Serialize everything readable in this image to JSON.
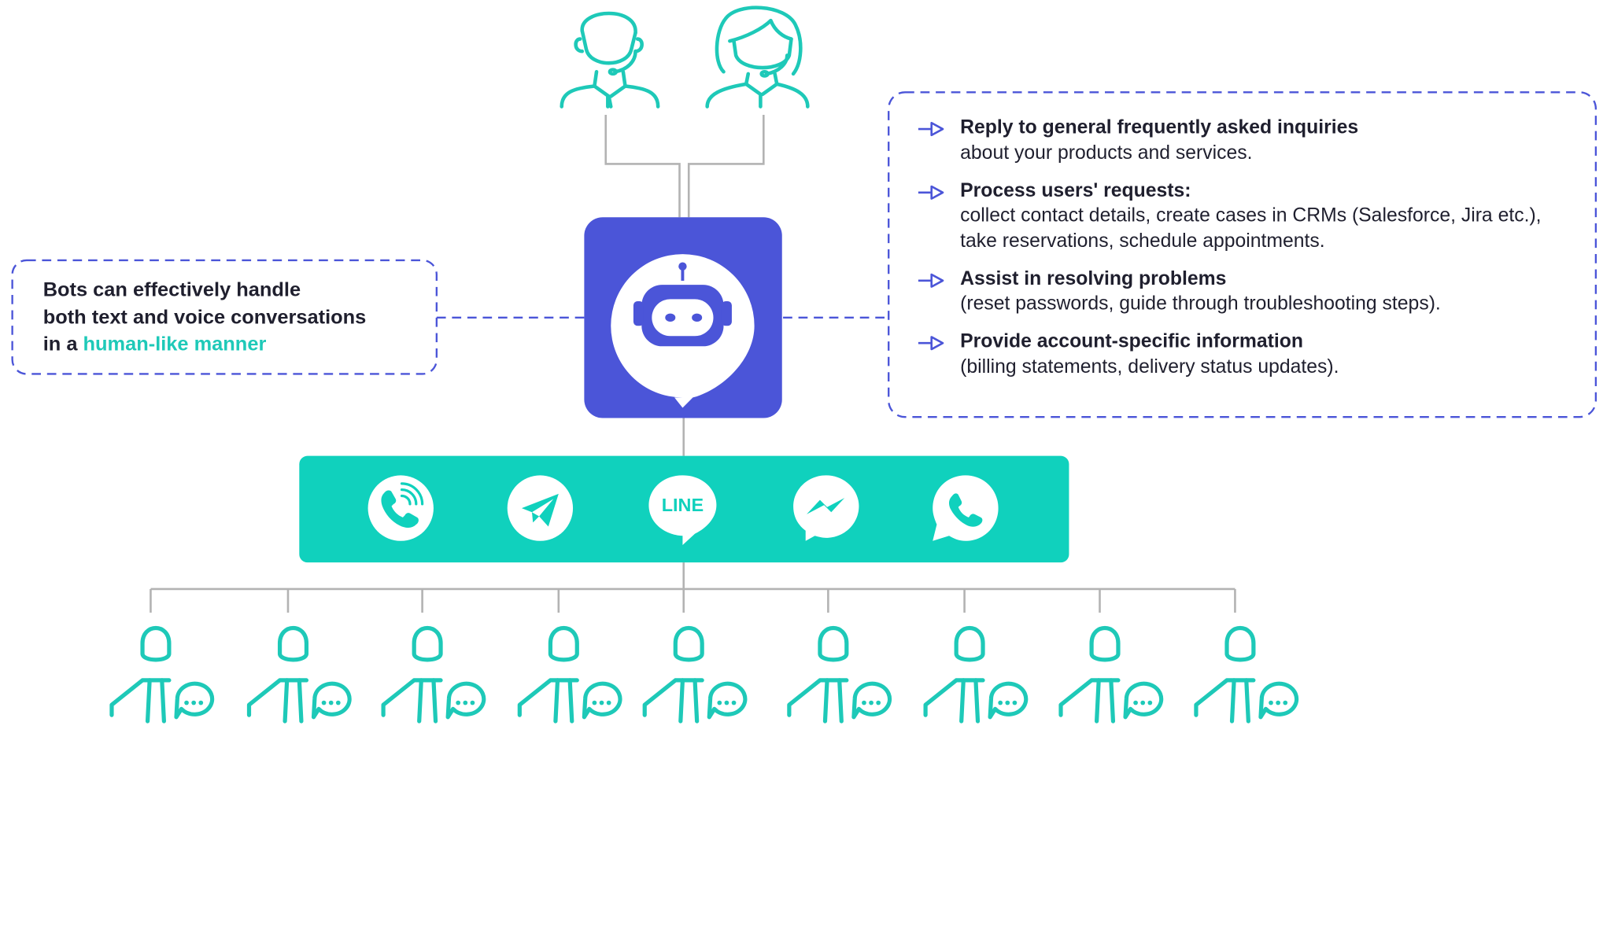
{
  "left_callout": {
    "line1": "Bots can effectively handle",
    "line2": "both text and voice conversations",
    "line3_prefix": "in a ",
    "line3_highlight": "human-like manner"
  },
  "features": [
    {
      "title": "Reply to general frequently asked inquiries",
      "lines": [
        "about your products and services."
      ]
    },
    {
      "title": "Process users' requests:",
      "lines": [
        "collect contact details, create cases in CRMs (Salesforce, Jira etc.),",
        "take reservations, schedule appointments."
      ]
    },
    {
      "title": "Assist in resolving problems",
      "lines": [
        "(reset passwords, guide through troubleshooting steps)."
      ]
    },
    {
      "title": "Provide account-specific information",
      "lines": [
        "(billing statements, delivery status updates)."
      ]
    }
  ],
  "channels": [
    {
      "name": "viber",
      "icon": "viber-icon"
    },
    {
      "name": "telegram",
      "icon": "telegram-icon"
    },
    {
      "name": "line",
      "icon": "line-icon",
      "label": "LINE"
    },
    {
      "name": "messenger",
      "icon": "messenger-icon"
    },
    {
      "name": "whatsapp",
      "icon": "whatsapp-icon"
    }
  ],
  "agents": [
    {
      "name": "male-agent",
      "icon": "male-support-agent-icon"
    },
    {
      "name": "female-agent",
      "icon": "female-support-agent-icon"
    }
  ],
  "customers_count": 9,
  "colors": {
    "teal": "#1ec9b8",
    "indigo": "#4b55d8",
    "connector": "#b3b3b3",
    "text": "#1f1f2e"
  }
}
